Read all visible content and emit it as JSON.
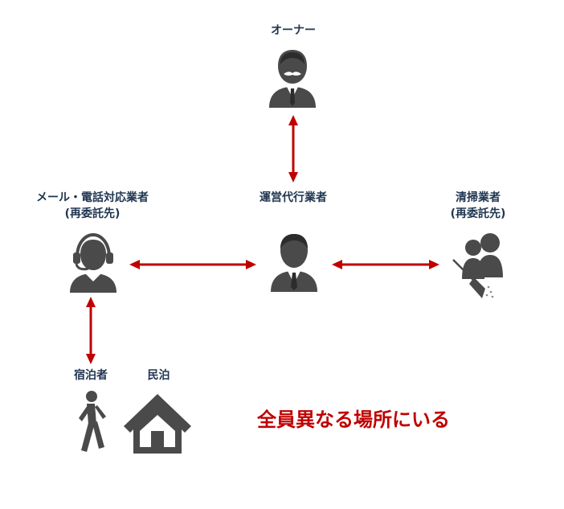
{
  "nodes": {
    "owner": {
      "label": "オーナー"
    },
    "call_center": {
      "label": "メール・電話対応業者",
      "sub": "(再委託先)"
    },
    "manager": {
      "label": "運営代行業者"
    },
    "cleaner": {
      "label": "清掃業者",
      "sub": "(再委託先)"
    },
    "guest": {
      "label": "宿泊者"
    },
    "house": {
      "label": "民泊"
    }
  },
  "slogan": "全員異なる場所にいる",
  "colors": {
    "arrow": "#c00000",
    "icon": "#4a4a4a",
    "label": "#1f3550"
  },
  "icons": [
    "businessman-mustache-icon",
    "headset-operator-icon",
    "businessman-icon",
    "cleaning-staff-broom-icon",
    "walking-person-icon",
    "house-icon"
  ]
}
